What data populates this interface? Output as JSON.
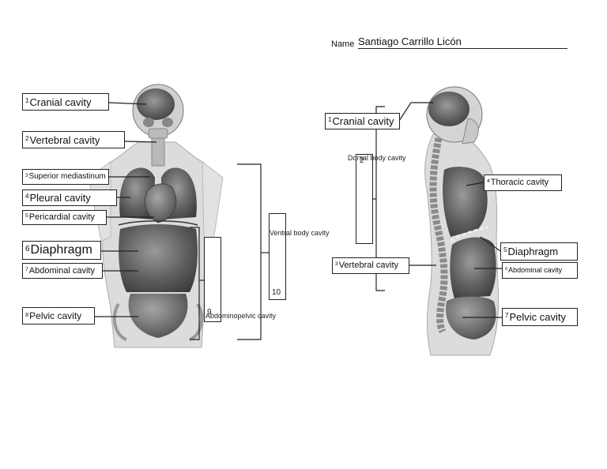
{
  "header": {
    "name_label": "Name",
    "name_value": "Santiago Carrillo Licón"
  },
  "front_view": {
    "labels": [
      {
        "num": "1",
        "text": "Cranial cavity"
      },
      {
        "num": "2",
        "text": "Vertebral cavity"
      },
      {
        "num": "3",
        "text": " Superior mediastinum"
      },
      {
        "num": "4",
        "text": " Pleural cavity"
      },
      {
        "num": "5",
        "text": "  Pericardial cavity"
      },
      {
        "num": "6",
        "text": " Diaphragm"
      },
      {
        "num": "7",
        "text": "  Abdominal cavity"
      },
      {
        "num": "8",
        "text": "  Pelvic cavity"
      }
    ],
    "box_9": "9",
    "box_10": "10",
    "ventral_label": "Ventral body cavity",
    "abdominopelvic_label": "Abdominopelvic cavity"
  },
  "side_view": {
    "labels": [
      {
        "num": "1",
        "text": "Cranial cavity"
      },
      {
        "num": "3",
        "text": "Vertebral cavity"
      },
      {
        "num": "4",
        "text": " Thoracic cavity"
      },
      {
        "num": "5",
        "text": "Diaphragm"
      },
      {
        "num": "6",
        "text": "Abdominal cavity"
      },
      {
        "num": "7",
        "text": "Pelvic cavity"
      }
    ],
    "dorsal_label": "Dorsal body cavity",
    "box_2": "2"
  },
  "colors": {
    "body_fill": "#d6d6d6",
    "organ_dark": "#555555",
    "organ_mid": "#7a7a7a",
    "line": "#222222"
  }
}
